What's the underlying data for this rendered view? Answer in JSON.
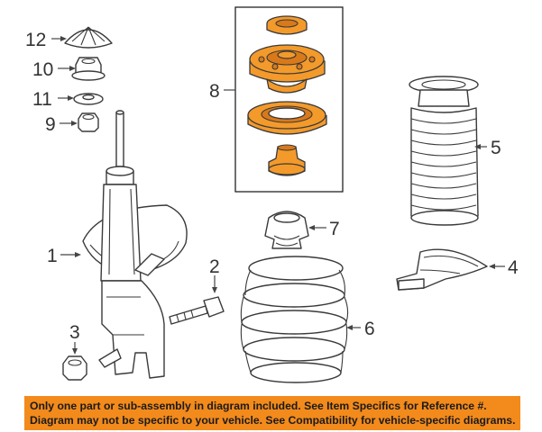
{
  "callouts": {
    "c1": "1",
    "c2": "2",
    "c3": "3",
    "c4": "4",
    "c5": "5",
    "c6": "6",
    "c7": "7",
    "c8": "8",
    "c9": "9",
    "c10": "10",
    "c11": "11",
    "c12": "12"
  },
  "footer": {
    "line1": "Only one part or sub-assembly in diagram included. See Item Specifics for Reference #.",
    "line2": "Diagram may not be specific to your vehicle. See Compatibility for vehicle-specific diagrams."
  },
  "colors": {
    "highlight": "#f39a2b",
    "footer_bg": "#f28a1c",
    "line": "#3a3a3a"
  }
}
